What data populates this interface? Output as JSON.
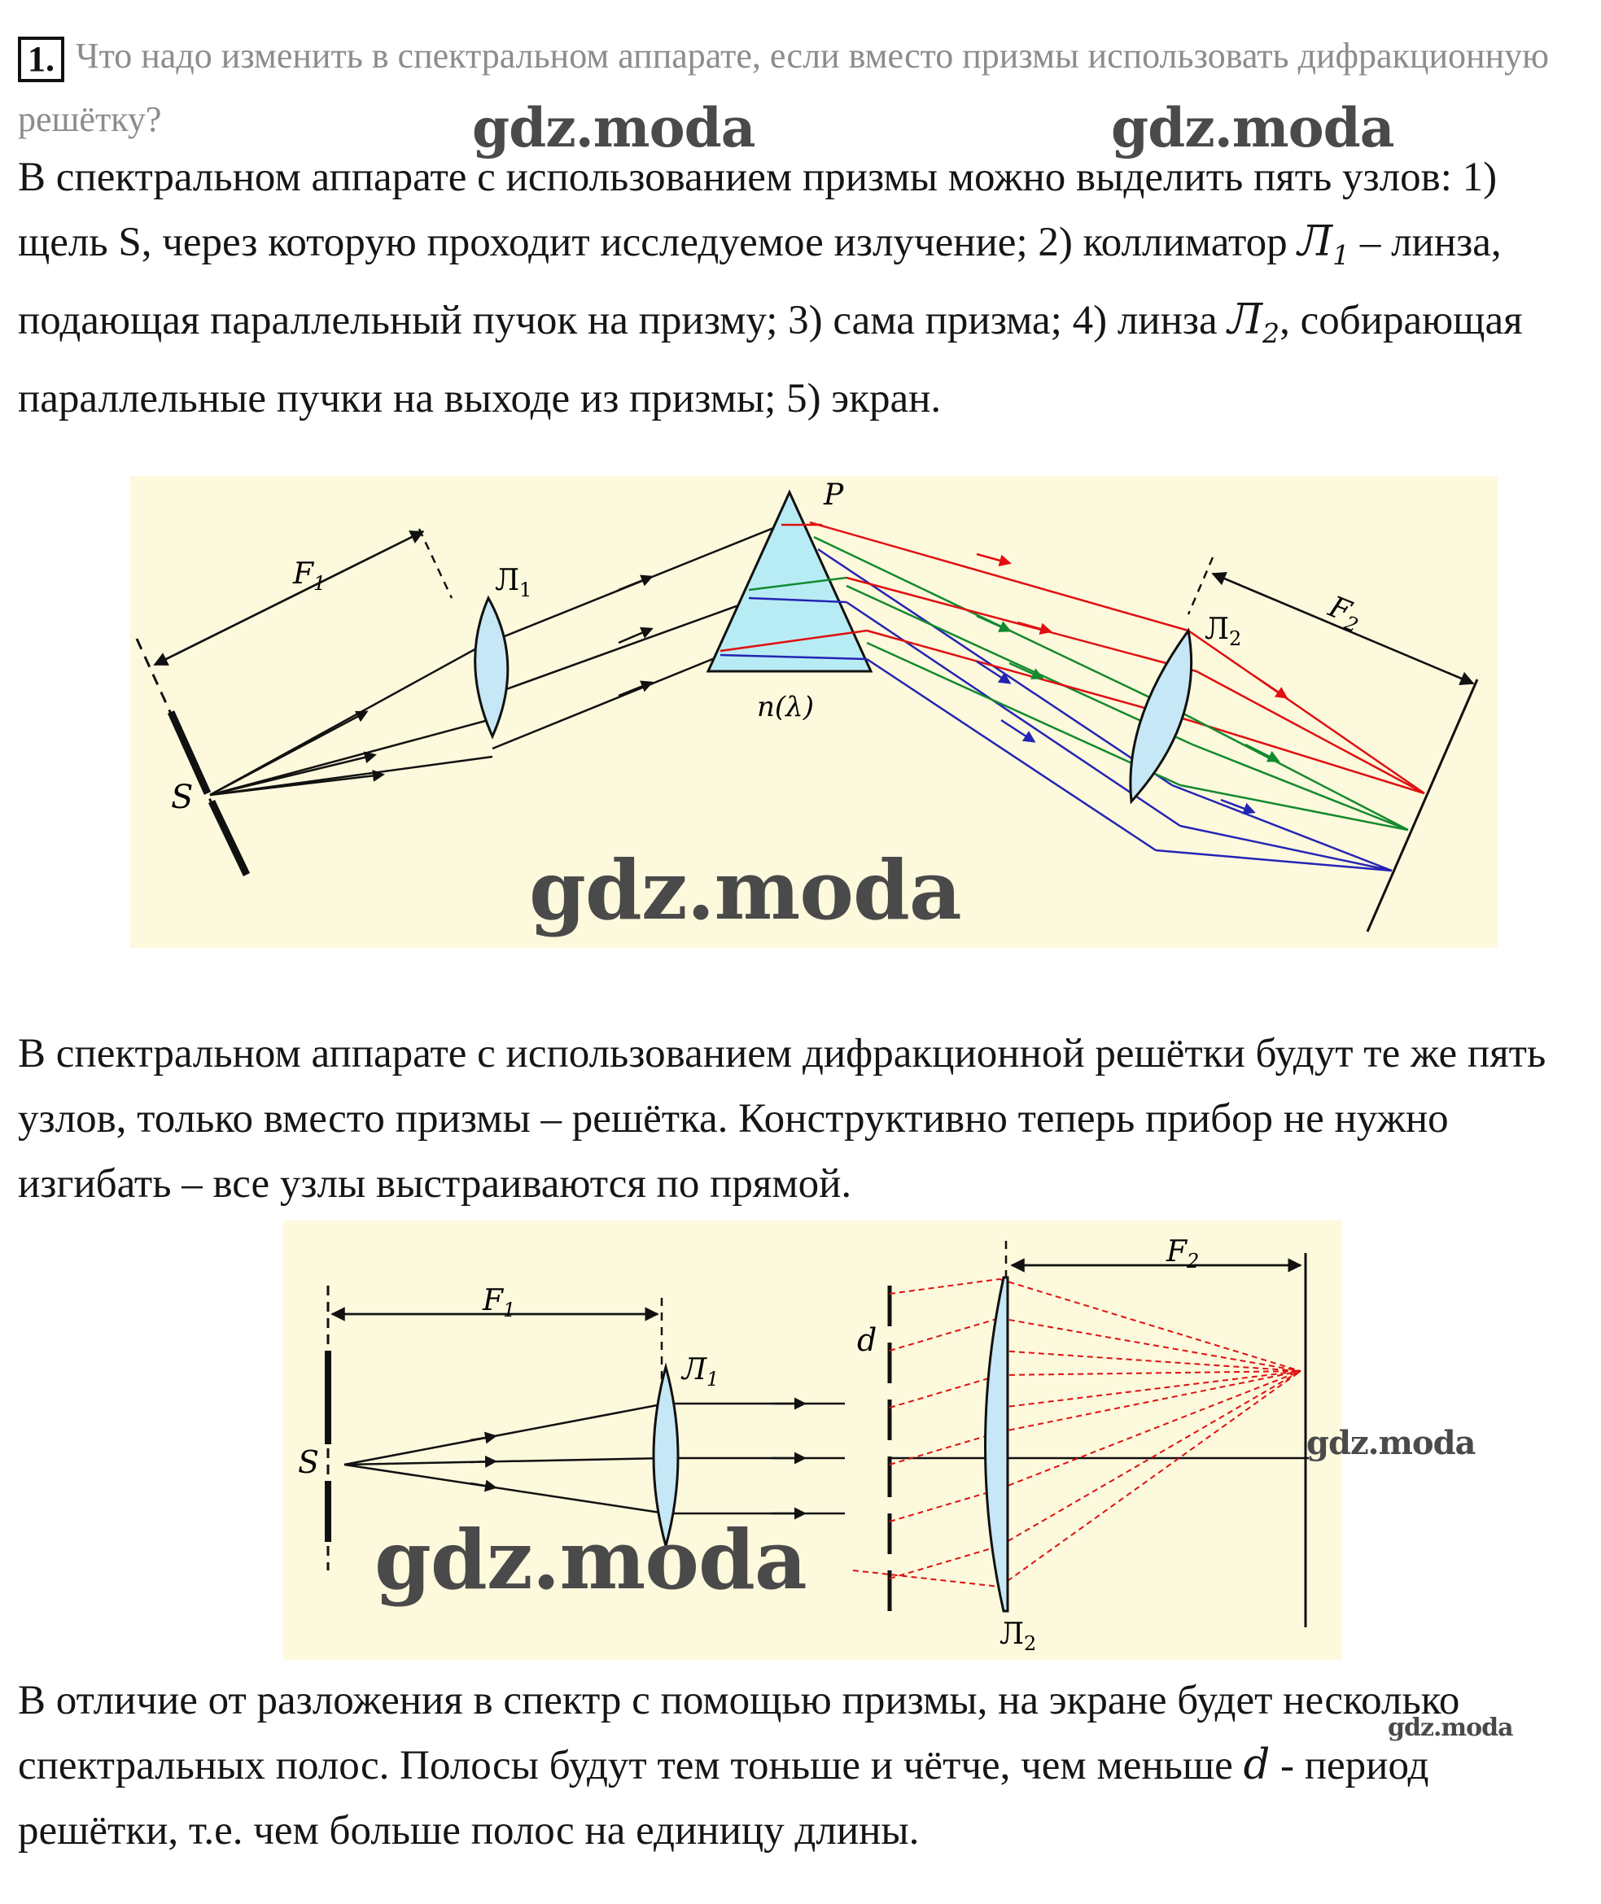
{
  "question": {
    "number": "1.",
    "text": "Что надо изменить в спектральном аппарате, если вместо призмы использовать дифракционную решётку?"
  },
  "watermark": "gdz.moda",
  "paragraph1": {
    "part1": "В спектральном аппарате с использованием призмы можно выделить пять узлов: 1) щель S, через которую проходит исследуемое излучение; 2) коллиматор ",
    "lens1": "Л",
    "lens1_sub": "1",
    "part2": " – линза, подающая параллельный пучок на призму; 3) сама призма; 4) линза ",
    "lens2": "Л",
    "lens2_sub": "2",
    "part3": ", собирающая параллельные пучки на выходе из призмы; 5) экран."
  },
  "diagram1": {
    "label_F1": "F",
    "label_F1_sub": "1",
    "label_F2": "F",
    "label_F2_sub": "2",
    "label_L1": "Л",
    "label_L1_sub": "1",
    "label_L2": "Л",
    "label_L2_sub": "2",
    "label_P": "P",
    "label_n": "n(λ)",
    "label_S": "S",
    "colors": {
      "background": "#fdf9dd",
      "prism": "#b8ecf5",
      "lens": "#c6e7f5",
      "red": "#e01010",
      "green": "#138a2e",
      "blue": "#2424b4"
    }
  },
  "paragraph2": "В спектральном аппарате с использованием дифракционной решётки будут те же пять узлов, только вместо призмы – решётка. Конструктивно теперь прибор не нужно изгибать – все узлы выстраиваются по прямой.",
  "diagram2": {
    "label_F1": "F",
    "label_F1_sub": "1",
    "label_F2": "F",
    "label_F2_sub": "2",
    "label_L1": "Л",
    "label_L1_sub": "1",
    "label_L2": "Л",
    "label_L2_sub": "2",
    "label_d": "d",
    "label_S": "S"
  },
  "paragraph3": {
    "part1": "В отличие от разложения в спектр с помощью призмы, на экране будет несколько спектральных полос. Полосы будут тем тоньше и чётче, чем меньше ",
    "var_d": "d",
    "part2": " - период решётки, т.е. чем больше полос на единицу длины."
  }
}
